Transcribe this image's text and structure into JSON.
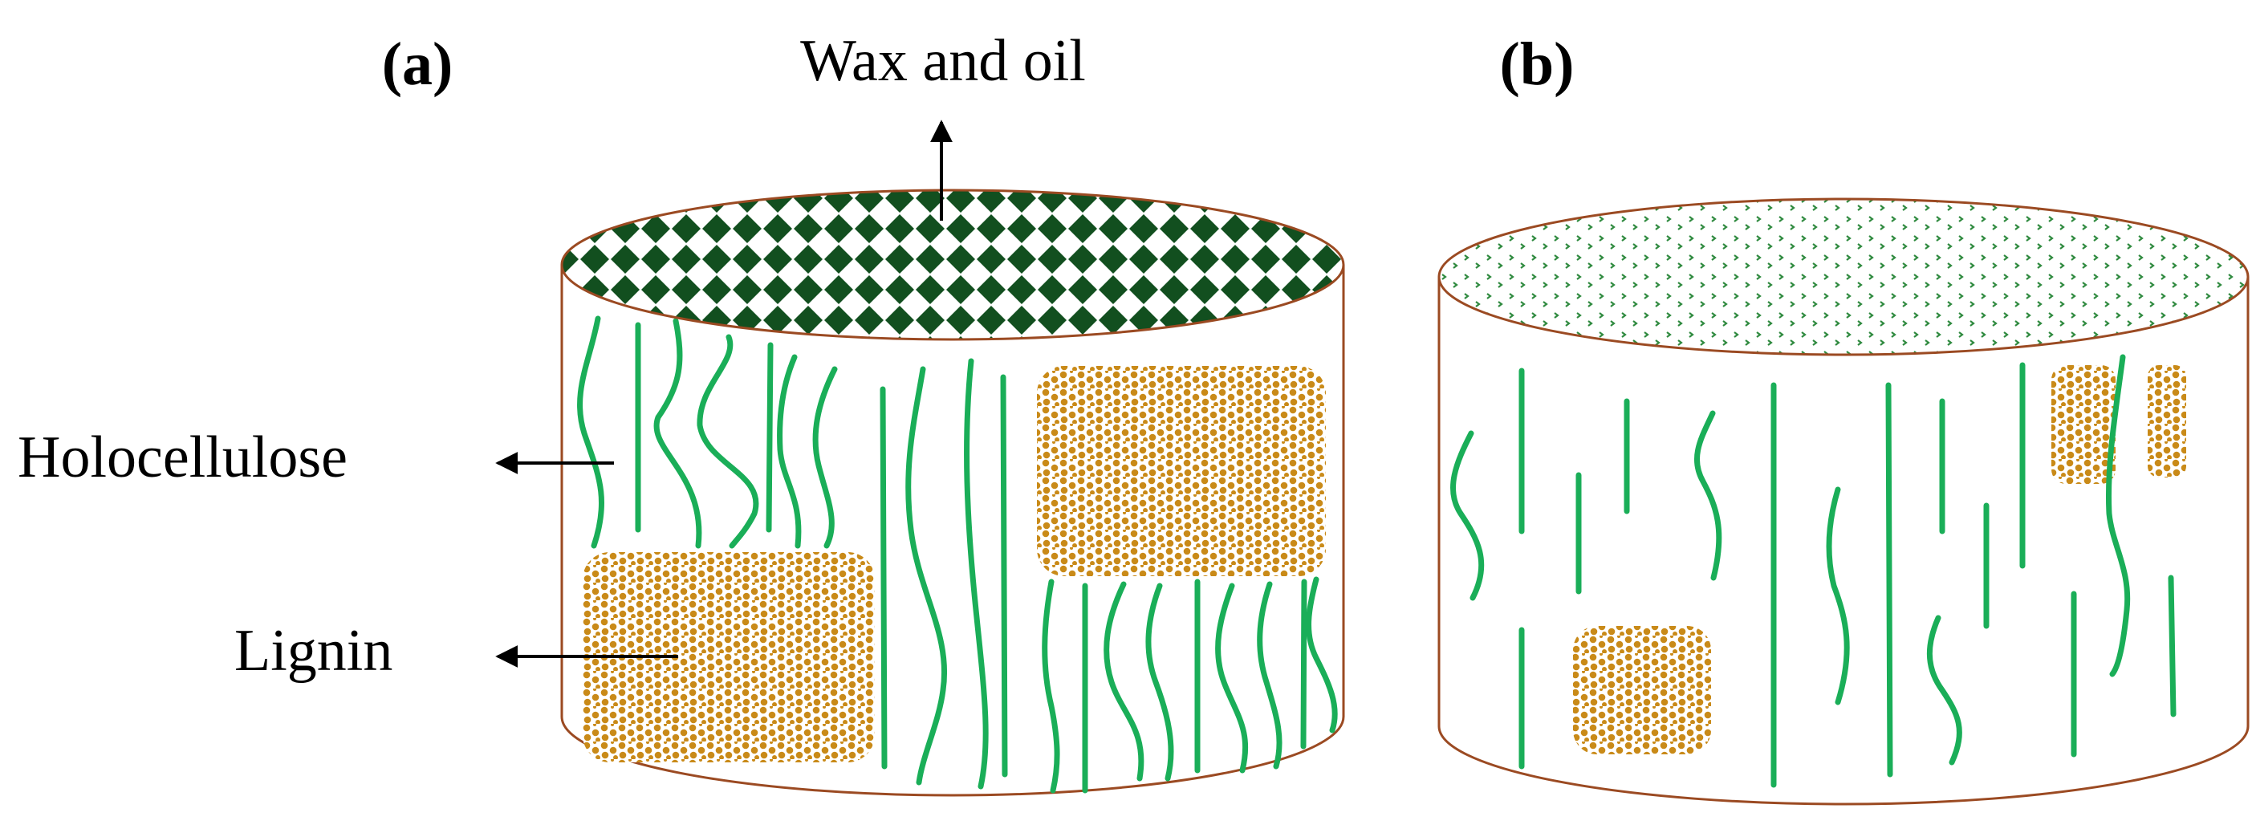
{
  "panels": [
    {
      "label": "(a)",
      "caption": "Wax and oil"
    },
    {
      "label": "(b)"
    }
  ],
  "callouts": {
    "holocellulose": "Holocellulose",
    "lignin": "Lignin"
  },
  "colors": {
    "outline": "#9b4a22",
    "fiber": "#1aae58",
    "lignin_dot": "#c98a18",
    "wax_pattern": "#124f1f",
    "treated_pattern": "#2f8a3f",
    "arrow": "#000000"
  }
}
